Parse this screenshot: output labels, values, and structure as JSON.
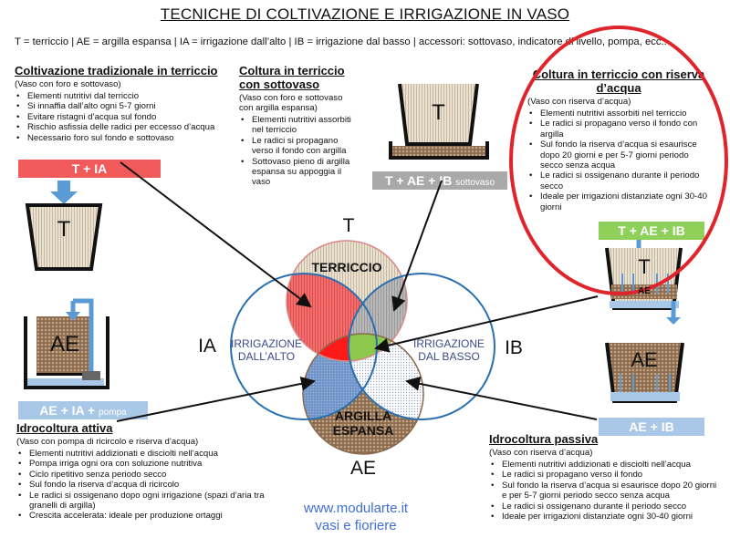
{
  "title": "TECNICHE DI COLTIVAZIONE E IRRIGAZIONE IN VASO",
  "legend": "T = terriccio | AE = argilla espansa | IA = irrigazione dall’alto | IB = irrigazione dal basso | accessori: sottovaso, indicatore di livello, pompa, ecc..",
  "sections": {
    "traditional": {
      "title": "Coltivazione tradizionale in terriccio",
      "subtitle": "(Vaso con foro e sottovaso)",
      "points": [
        "Elementi nutritivi dal terriccio",
        "Si innaffia dall’alto ogni 5-7 giorni",
        "Evitare ristagni d’acqua sul fondo",
        "Rischio asfissia delle radici per eccesso d’acqua",
        "Necessario foro sul fondo e sottovaso"
      ]
    },
    "saucer": {
      "title": "Coltura in terriccio con sottovaso",
      "subtitle": "(Vaso con foro e sottovaso con argilla espansa)",
      "points": [
        "Elementi nutritivi assorbiti nel terriccio",
        "Le radici si propagano verso il fondo con argilla",
        "Sottovaso pieno di argilla espansa su appoggia il vaso"
      ]
    },
    "reserve": {
      "title": "Coltura in terriccio con riserva d’acqua",
      "subtitle": "(Vaso con riserva d’acqua)",
      "points": [
        "Elementi nutritivi assorbiti nel terriccio",
        "Le radici si propagano verso il fondo con argilla",
        "Sul fondo la riserva d’acqua si esaurisce dopo 20 giorni e per 5-7 giorni periodo secco senza acqua",
        "Le radici si ossigenano durante il periodo secco",
        "Ideale per irrigazioni distanziate ogni 30-40 giorni"
      ]
    },
    "active": {
      "title": "Idrocoltura attiva",
      "subtitle": "(Vaso con pompa di ricircolo e riserva d’acqua)",
      "points": [
        "Elementi nutritivi addizionati e disciolti nell’acqua",
        "Pompa irriga ogni ora con soluzione nutritiva",
        "Ciclo ripetitivo senza periodo secco",
        "Sul fondo la riserva d’acqua di ricircolo",
        "Le radici si ossigenano dopo ogni irrigazione (spazi d’aria tra granelli di argilla)",
        "Crescita accelerata: ideale per produzione ortaggi"
      ]
    },
    "passive": {
      "title": "Idrocoltura passiva",
      "subtitle": "(Vaso con riserva d’acqua)",
      "points": [
        "Elementi nutritivi addizionati e disciolti nell’acqua",
        "Le radici si propagano verso il fondo",
        "Sul fondo la riserva d’acqua si esaurisce dopo 20 giorni e per 5-7 giorni periodo secco senza acqua",
        "Le radici si ossigenano durante il periodo secco",
        "Ideale per irrigazioni distanziate ogni 30-40 giorni"
      ]
    }
  },
  "tags": {
    "t_ia": "T + IA",
    "t_ae_ib_sott": "T + AE + IB",
    "t_ae_ib_sott_small": "sottovaso",
    "t_ae_ib": "T + AE + IB",
    "ae_ia_pompa": "AE + IA +",
    "ae_ia_pompa_small": "pompa",
    "ae_ib": "AE + IB"
  },
  "pots": {
    "t": "T",
    "ae": "AE"
  },
  "venn": {
    "letter_t": "T",
    "letter_ae": "AE",
    "letter_ia": "IA",
    "letter_ib": "IB",
    "terriccio": "TERRICCIO",
    "argilla1": "ARGILLA",
    "argilla2": "ESPANSA",
    "irr_alto1": "IRRIGAZIONE",
    "irr_alto2": "DALL’ALTO",
    "irr_basso1": "IRRIGAZIONE",
    "irr_basso2": "DAL BASSO"
  },
  "site": {
    "line1": "www.modularte.it",
    "line2": "vasi e fioriere"
  },
  "colors": {
    "tag_red": "#f05a5a",
    "tag_green": "#8fd05a",
    "tag_blue": "#a9c8e8",
    "tag_gray": "#a9a9a9",
    "highlight": "#e0242b",
    "arrow_blue": "#5b9bd5"
  }
}
